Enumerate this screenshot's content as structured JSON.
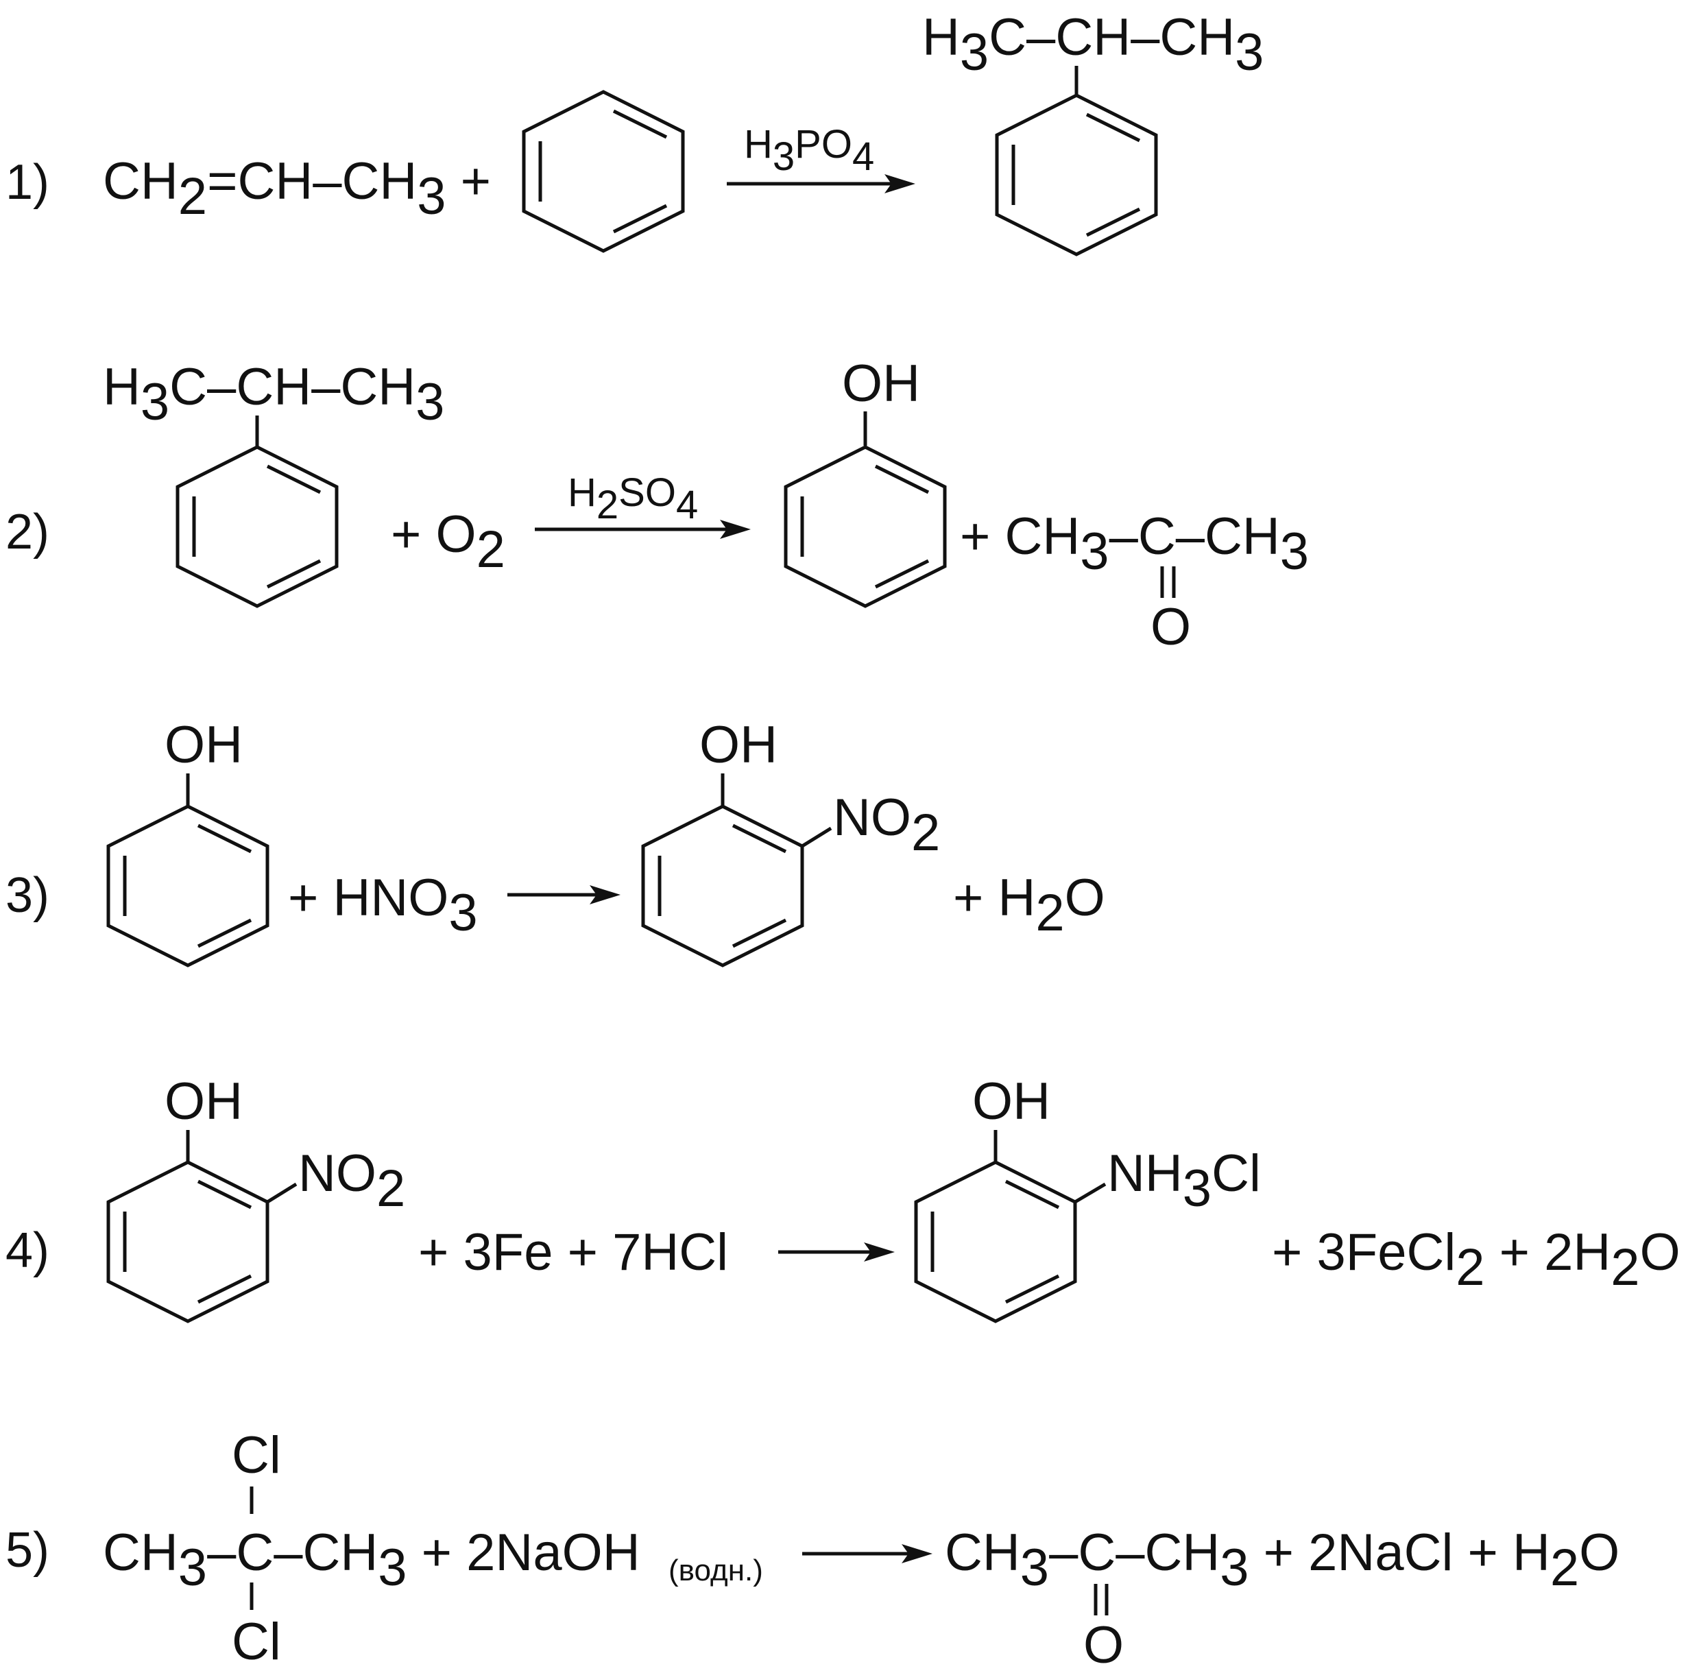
{
  "reactions": [
    {
      "number": "1)",
      "reactant_formula": [
        "CH",
        "2",
        "=CH–CH",
        "3",
        " +"
      ],
      "catalyst": [
        "H",
        "3",
        "PO",
        "4"
      ],
      "product_substituent": [
        "H",
        "3",
        "C–CH–CH",
        "3"
      ]
    },
    {
      "number": "2)",
      "reactant_substituent": [
        "H",
        "3",
        "C–CH–CH",
        "3"
      ],
      "oxygen": [
        "+ O",
        "2"
      ],
      "catalyst": [
        "H",
        "2",
        "SO",
        "4"
      ],
      "phenol_group": "OH",
      "acetone": [
        "+ CH",
        "3",
        "–C–CH",
        "3"
      ],
      "carbonyl_oxygen": "O"
    },
    {
      "number": "3)",
      "reactant_group": "OH",
      "reagent": [
        "+ HNO",
        "3"
      ],
      "product_group": "OH",
      "nitro": [
        "NO",
        "2"
      ],
      "water": [
        "+ H",
        "2",
        "O"
      ]
    },
    {
      "number": "4)",
      "reactant_group": "OH",
      "reactant_nitro": [
        "NO",
        "2"
      ],
      "reagents": "+ 3Fe + 7HCl",
      "product_group": "OH",
      "ammonium": [
        "NH",
        "3",
        "Cl"
      ],
      "byproducts": [
        "+ 3FeCl",
        "2",
        " + 2H",
        "2",
        "O"
      ]
    },
    {
      "number": "5)",
      "top_chlorine": "Cl",
      "bottom_chlorine": "Cl",
      "reactant": [
        "CH",
        "3",
        "–C–CH",
        "3",
        " + 2NaOH"
      ],
      "condition": "(водн.)",
      "product": [
        "CH",
        "3",
        "–C–CH",
        "3",
        " + 2NaCl + H",
        "2",
        "O"
      ],
      "carbonyl_oxygen": "O"
    }
  ]
}
